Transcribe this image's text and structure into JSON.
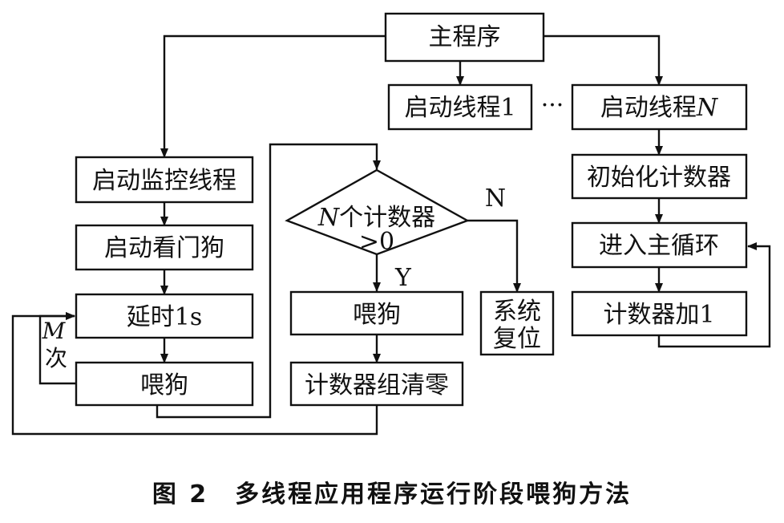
{
  "nodes": {
    "main": "主程序",
    "thread1": "启动线程1",
    "ellipsis": "···",
    "threadN": "启动线程",
    "threadN_var": "N",
    "monitor": "启动监控线程",
    "watchdog_start": "启动看门狗",
    "delay": "延时1s",
    "feed_left": "喂狗",
    "decision_var": "N",
    "decision_line1": "个计数器",
    "decision_line2": ">0",
    "feed_mid": "喂狗",
    "clear": "计数器组清零",
    "reset_line1": "系统",
    "reset_line2": "复位",
    "init_counter": "初始化计数器",
    "main_loop": "进入主循环",
    "counter_add": "计数器加1"
  },
  "labels": {
    "loop_var": "M",
    "loop_times": "次",
    "yes": "Y",
    "no": "N"
  },
  "caption": "图 2　多线程应用程序运行阶段喂狗方法"
}
